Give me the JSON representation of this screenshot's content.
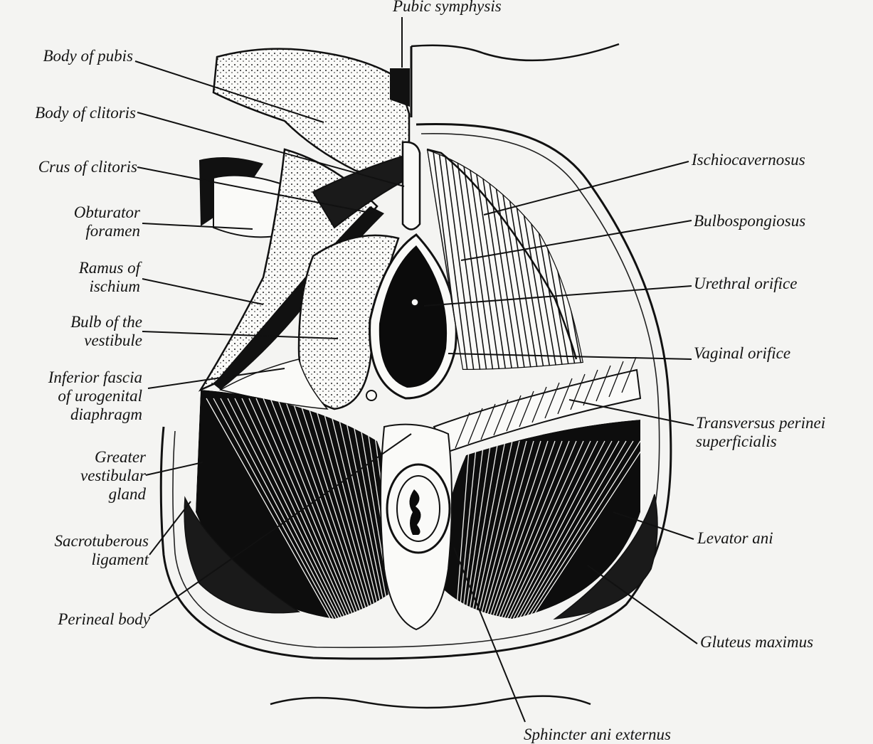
{
  "labels": {
    "pubic_symphysis": "Pubic symphysis",
    "body_of_pubis": "Body of pubis",
    "body_of_clitoris": "Body of clitoris",
    "crus_of_clitoris": "Crus of clitoris",
    "obturator_foramen": [
      "Obturator",
      "foramen"
    ],
    "ramus_of_ischium": [
      "Ramus of",
      "ischium"
    ],
    "bulb_of_vestibule": [
      "Bulb of the",
      "vestibule"
    ],
    "inferior_fascia": [
      "Inferior fascia",
      "of urogenital",
      "diaphragm"
    ],
    "greater_vestibular_gland": [
      "Greater",
      "vestibular",
      "gland"
    ],
    "sacrotuberous_ligament": [
      "Sacrotuberous",
      "ligament"
    ],
    "perineal_body": "Perineal body",
    "ischiocavernosus": "Ischiocavernosus",
    "bulbospongiosus": "Bulbospongiosus",
    "urethral_orifice": "Urethral orifice",
    "vaginal_orifice": "Vaginal orifice",
    "transversus_perinei": [
      "Transversus perinei",
      "superficialis"
    ],
    "levator_ani": "Levator ani",
    "gluteus_maximus": "Gluteus maximus",
    "sphincter_ani_externus": "Sphincter ani externus"
  }
}
